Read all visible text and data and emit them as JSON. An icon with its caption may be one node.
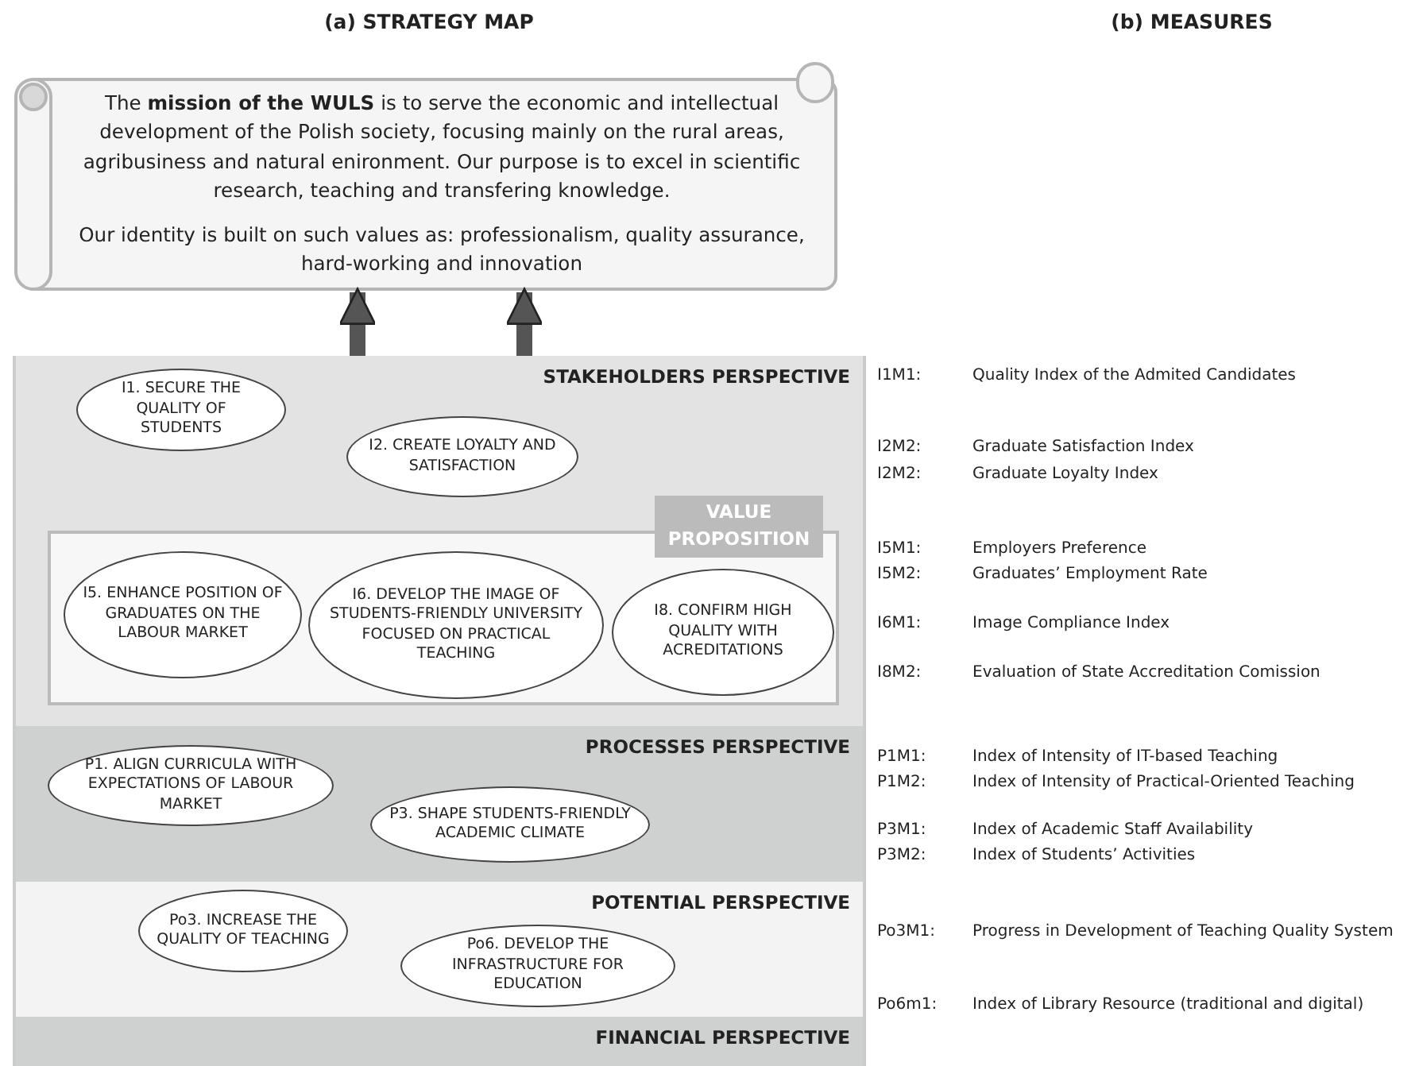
{
  "diagram": {
    "nodes": [
      {
        "text": [
          "The **mission of the WULS** is to serve the economic and intellectual development of the Polish society, focusing mainly on the rural areas, agribusiness and natural enironment. Our purpose is to excel in scientific research, teaching and transfering knowledge.",
          "Our identity is built on such values as: professionalism, quality assurance, hard-working and innovation"
        ]
      },
      {
        "text": [
          "STAKEHOLDERS PERSPECTIVE"
        ]
      },
      {
        "text": [
          "I1. SECURE THE QUALITY OF STUDENTS"
        ],
        "in": 1
      },
      {
        "text": [
          "I2. CREATE LOYALTY AND SATISFACTION"
        ],
        "in": 1
      },
      {
        "text": [
          "VALUE PROPOSITION"
        ],
        "in": 1
      },
      {
        "text": [
          "I5. ENHANCE POSITION OF GRADUATES ON THE LABOUR MARKET"
        ],
        "in": 4
      },
      {
        "text": [
          "I6. DEVELOP THE IMAGE OF STUDENTS-FRIENDLY UNIVERSITY FOCUSED ON PRACTICAL TEACHING"
        ],
        "in": 4
      },
      {
        "text": [
          "I8. CONFIRM HIGH QUALITY WITH ACREDITATIONS"
        ],
        "in": 4
      },
      {
        "text": [
          "PROCESSES PERSPECTIVE"
        ]
      },
      {
        "text": [
          "P1. ALIGN CURRICULA WITH EXPECTATIONS OF LABOUR MARKET"
        ],
        "in": 8
      },
      {
        "text": [
          "P3. SHAPE STUDENTS-FRIENDLY ACADEMIC CLIMATE"
        ],
        "in": 8
      },
      {
        "text": [
          "POTENTIAL PERSPECTIVE"
        ]
      },
      {
        "text": [
          "Po3. INCREASE THE QUALITY OF TEACHING"
        ],
        "in": 11
      },
      {
        "text": [
          "Po6. DEVELOP THE INFRASTRUCTURE FOR EDUCATION"
        ],
        "in": 11
      },
      {
        "text": [
          "FINANCIAL PERSPECTIVE"
        ]
      }
    ],
    "edges": [
      {
        "from": 1,
        "to": 0,
        "arrow": "to"
      },
      {
        "from": 1,
        "to": 0,
        "arrow": "to"
      }
    ],
    "labels": [
      "(a) STRATEGY MAP",
      "(b) MEASURES",
      "I1M1:",
      "Quality Index of the Admited Candidates",
      "I2M2:",
      "Graduate Satisfaction Index",
      "I2M2:",
      "Graduate Loyalty Index",
      "I5M1:",
      "Employers Preference",
      "I5M2:",
      "Graduates’ Employment Rate",
      "I6M1:",
      "Image Compliance Index",
      "I8M2:",
      "Evaluation of State Accreditation Comission",
      "P1M1:",
      "Index of Intensity of IT-based Teaching",
      "P1M2:",
      "Index of Intensity of Practical-Oriented Teaching",
      "P3M1:",
      "Index of Academic Staff Availability",
      "P3M2:",
      "Index of Students’ Activities",
      "Po3M1:",
      "Progress in Development of Teaching Quality System",
      "Po6m1:",
      "Index of Library Resource (traditional and digital)"
    ]
  }
}
